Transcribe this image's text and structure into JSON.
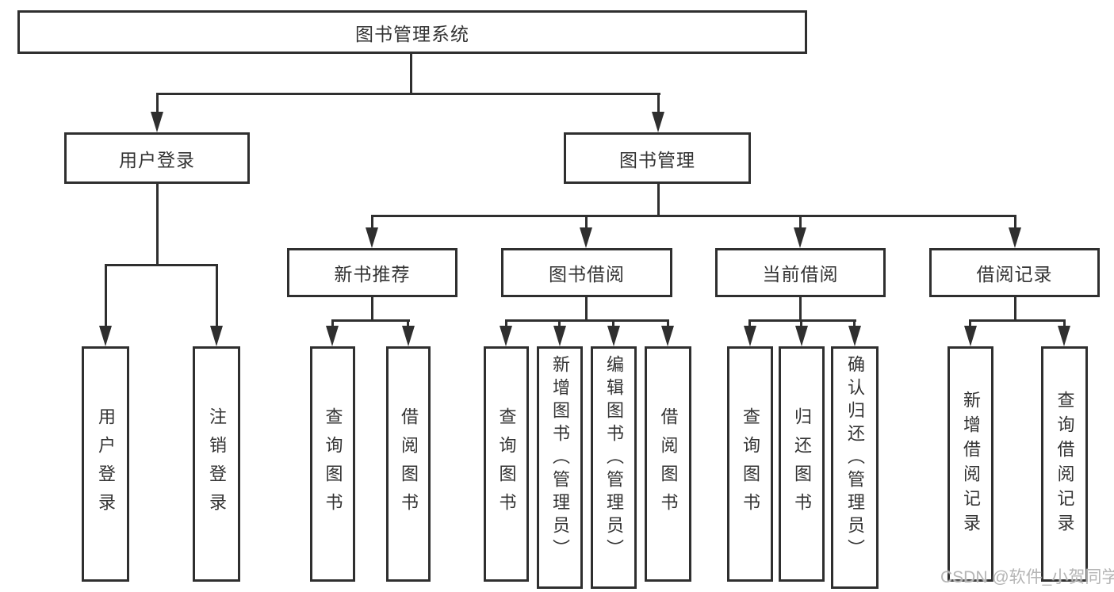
{
  "colors": {
    "line": "#2f2f2f",
    "text": "#333333",
    "background": "#ffffff",
    "watermark": "#b5b5b5"
  },
  "watermark": "CSDN @软件_小贺同学",
  "tree": {
    "root": {
      "label": "图书管理系统"
    },
    "level2": [
      {
        "label": "用户登录"
      },
      {
        "label": "图书管理"
      }
    ],
    "level3": [
      {
        "label": "新书推荐"
      },
      {
        "label": "图书借阅"
      },
      {
        "label": "当前借阅"
      },
      {
        "label": "借阅记录"
      }
    ],
    "level4": [
      {
        "label": "用户登录"
      },
      {
        "label": "注销登录"
      },
      {
        "label": "查询图书"
      },
      {
        "label": "借阅图书"
      },
      {
        "label": "查询图书"
      },
      {
        "label": "新增图书（管理员）"
      },
      {
        "label": "编辑图书（管理员）"
      },
      {
        "label": "借阅图书"
      },
      {
        "label": "查询图书"
      },
      {
        "label": "归还图书"
      },
      {
        "label": "确认归还（管理员）"
      },
      {
        "label": "新增借阅记录"
      },
      {
        "label": "查询借阅记录"
      }
    ]
  }
}
